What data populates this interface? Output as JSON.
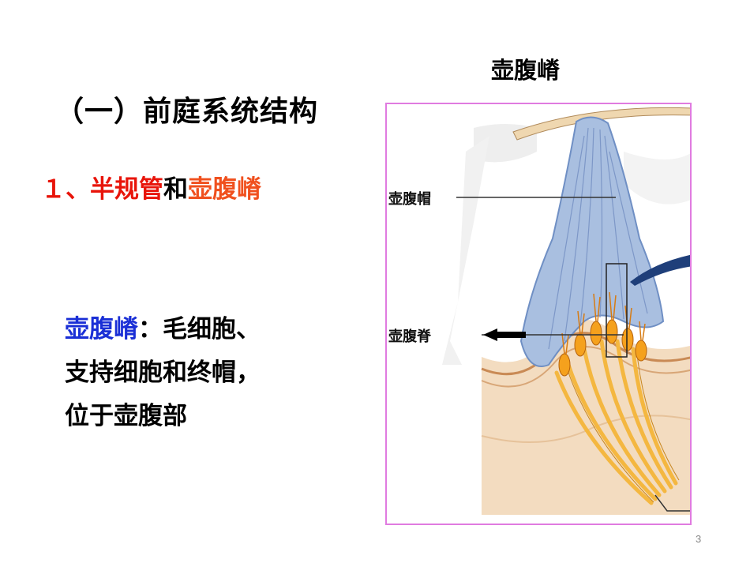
{
  "slide": {
    "section_title": "（一）前庭系统结构",
    "subtitle": {
      "number": "１、",
      "part1": "半规管",
      "connector": "和",
      "part2": "壶腹嵴"
    },
    "description": {
      "term": "壶腹嵴",
      "line1_rest": "：毛细胞、",
      "line2": "支持细胞和终帽，",
      "line3": "位于壶腹部"
    },
    "page_number": "3"
  },
  "figure": {
    "title": "壶腹嵴",
    "labels": {
      "cupula": "壶腹帽",
      "crista": "壶腹脊"
    },
    "colors": {
      "frame_border": "#e07be0",
      "cupula_fill": "#a9bfe0",
      "crista_fill": "#eec68e",
      "hair_cell": "#f5a11d",
      "nerve": "#f4b740",
      "term_color": "#1a2fd6",
      "subtitle_red": "#e8140a",
      "subtitle_orange": "#f0501e"
    }
  }
}
